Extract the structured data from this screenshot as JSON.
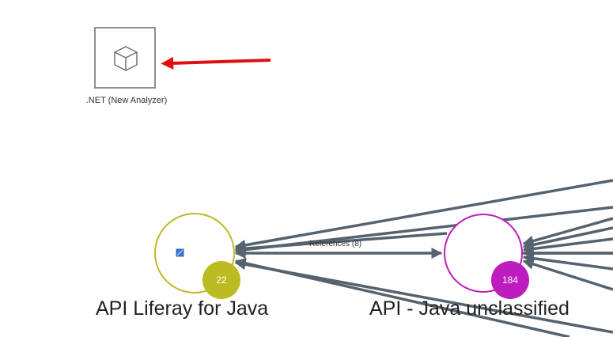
{
  "analyzer": {
    "label": ".NET (New Analyzer)",
    "icon": "cube-icon"
  },
  "annotation": {
    "type": "arrow",
    "color": "#e01010",
    "points_to": "analyzer"
  },
  "nodes": [
    {
      "id": "liferay",
      "label": "API Liferay for Java",
      "count": "22",
      "color": "#bdbb22",
      "icon": "module-icon"
    },
    {
      "id": "java-unclassified",
      "label": "API - Java unclassified",
      "count": "184",
      "color": "#be1cbe"
    }
  ],
  "edges": {
    "color": "#56626e",
    "labeled": {
      "label": "References (8)",
      "from": "liferay",
      "to": "java-unclassified"
    }
  }
}
